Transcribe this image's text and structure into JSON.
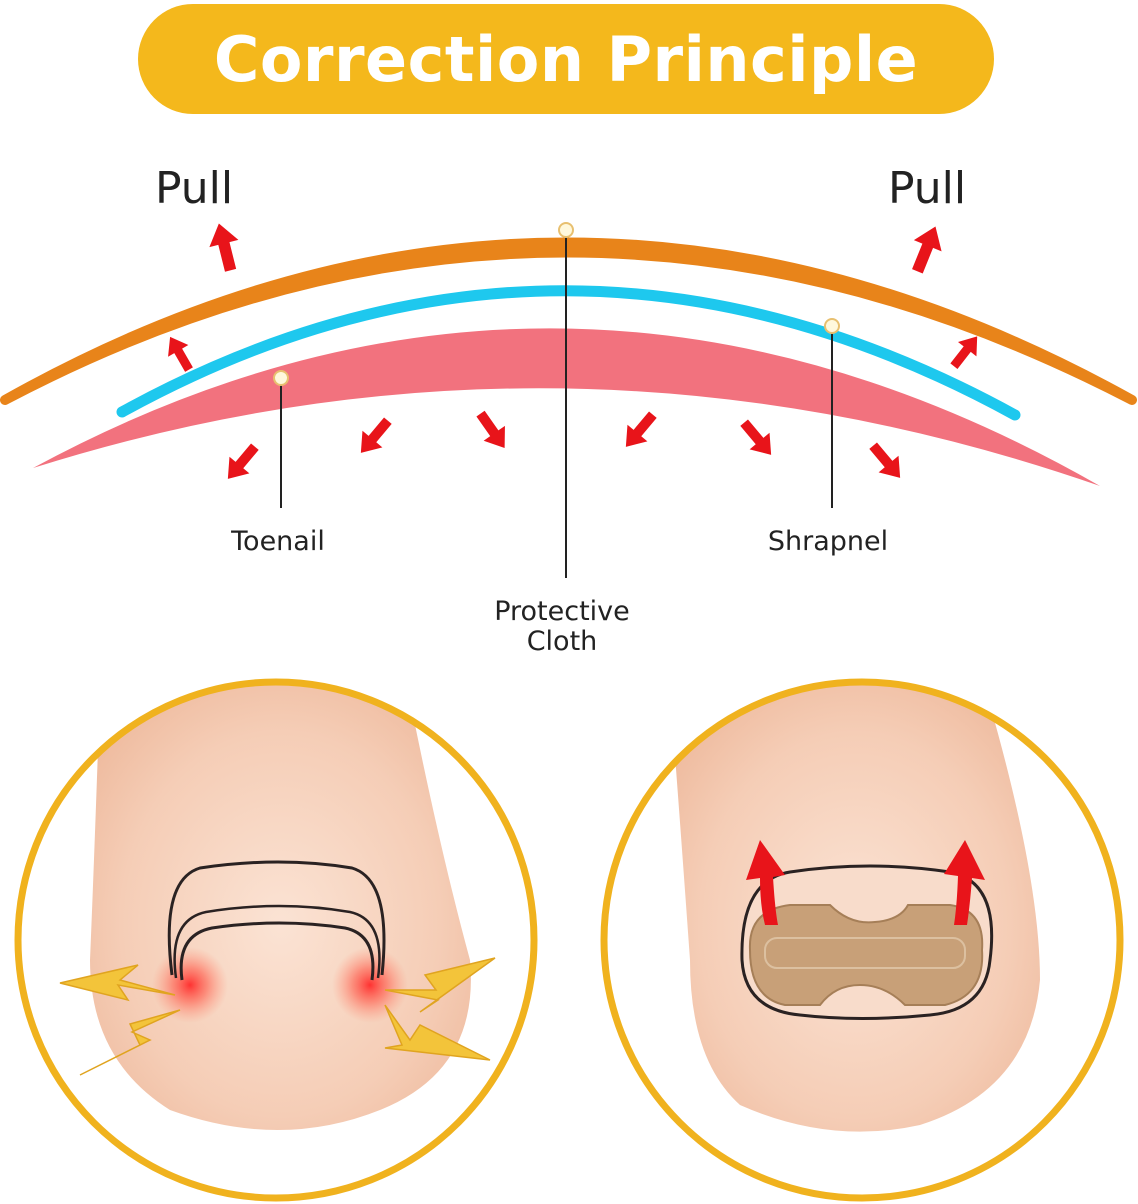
{
  "title": "Correction Principle",
  "labels": {
    "pull_left": "Pull",
    "pull_right": "Pull",
    "toenail": "Toenail",
    "shrapnel": "Shrapnel",
    "protective_line1": "Protective",
    "protective_line2": "Cloth"
  },
  "colors": {
    "banner": "#f4b81c",
    "shrapnel_band": "#e8841a",
    "cloth_band": "#1ec8ee",
    "toenail_band": "#f2727e",
    "arrow": "#e8141a",
    "circle_border": "#f0b21e",
    "skin": "#f6d2bd",
    "patch": "#c8a078"
  },
  "icons": [
    "up-arrow-icon",
    "down-arrow-icon",
    "lightning-icon"
  ]
}
